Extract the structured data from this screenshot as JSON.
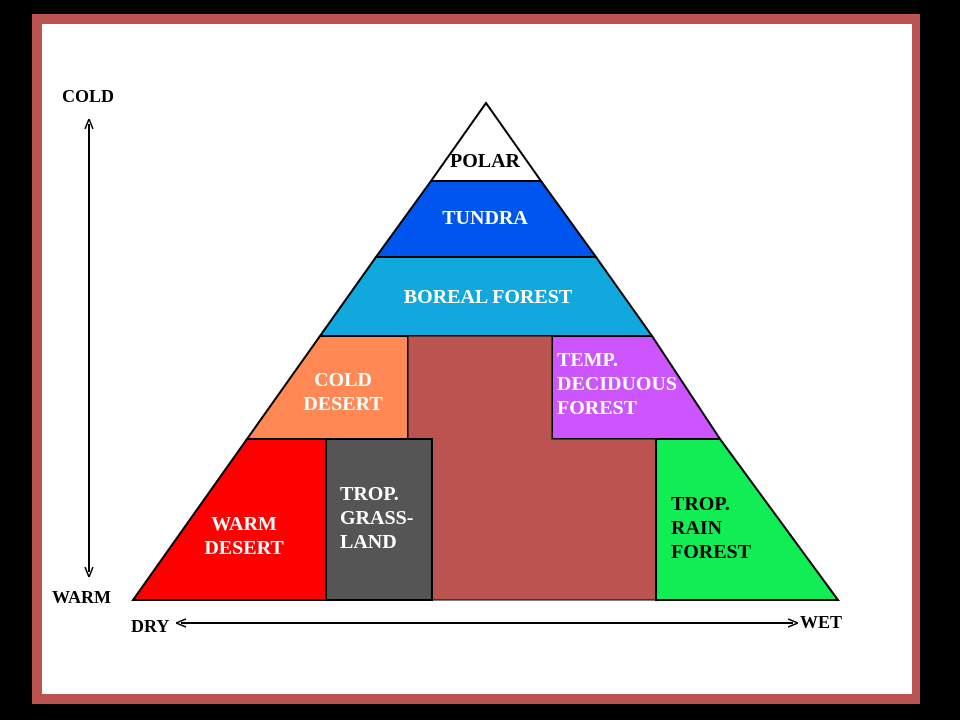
{
  "colors": {
    "background": "#000000",
    "frame": "#bb5450",
    "panel": "#ffffff",
    "polar": "#ffffff",
    "tundra": "#0055ee",
    "boreal_forest": "#11a8dd",
    "cold_desert": "#ff8855",
    "temp_deciduous_forest": "#cc55ff",
    "warm_desert": "#ff0000",
    "trop_grassland": "#555555",
    "trop_rain_forest": "#11ee55",
    "center_block": "#bb5450",
    "outline": "#000000"
  },
  "axes": {
    "vertical": {
      "top_label": "COLD",
      "bottom_label": "WARM"
    },
    "horizontal": {
      "left_label": "DRY",
      "right_label": "WET"
    }
  },
  "biomes": {
    "polar": {
      "lines": [
        "POLAR"
      ],
      "text_color": "#000000"
    },
    "tundra": {
      "lines": [
        "TUNDRA"
      ],
      "text_color": "#ffffff"
    },
    "boreal_forest": {
      "lines": [
        "BOREAL FOREST"
      ],
      "text_color": "#ffffff"
    },
    "cold_desert": {
      "lines": [
        "COLD",
        "DESERT"
      ],
      "text_color": "#ffffff"
    },
    "temp_deciduous_forest": {
      "lines": [
        "TEMP.",
        "DECIDUOUS",
        "FOREST"
      ],
      "text_color": "#ffffff"
    },
    "warm_desert": {
      "lines": [
        "WARM",
        "DESERT"
      ],
      "text_color": "#ffffff"
    },
    "trop_grassland": {
      "lines": [
        "TROP.",
        "GRASS-",
        "LAND"
      ],
      "text_color": "#ffffff"
    },
    "trop_rain_forest": {
      "lines": [
        "TROP.",
        "RAIN",
        "FOREST"
      ],
      "text_color": "#000000"
    }
  }
}
